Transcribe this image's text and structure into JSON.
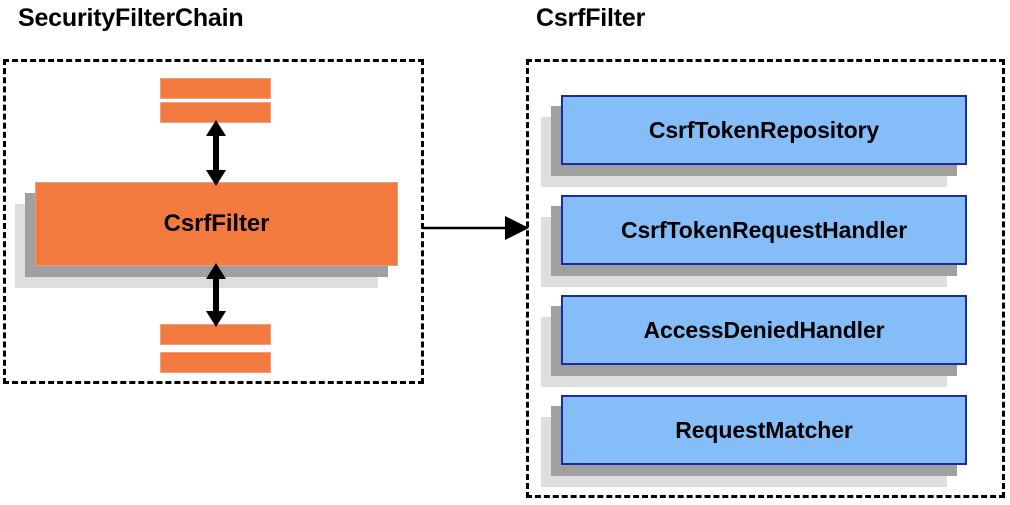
{
  "diagram": {
    "type": "component-relationship-diagram",
    "background_color": "#ffffff",
    "panels": [
      {
        "id": "security-filter-chain",
        "title": "SecurityFilterChain",
        "border_style": "dashed",
        "border_color": "#000000",
        "nodes": [
          {
            "id": "bar-top-1",
            "label": "",
            "shape": "bar",
            "color": "#F47B3F"
          },
          {
            "id": "bar-top-2",
            "label": "",
            "shape": "bar",
            "color": "#F47B3F"
          },
          {
            "id": "csrf-filter",
            "label": "CsrfFilter",
            "shape": "stacked-box",
            "color": "#F47B3F"
          },
          {
            "id": "bar-bottom-1",
            "label": "",
            "shape": "bar",
            "color": "#F47B3F"
          },
          {
            "id": "bar-bottom-2",
            "label": "",
            "shape": "bar",
            "color": "#F47B3F"
          }
        ]
      },
      {
        "id": "csrf-filter-detail",
        "title": "CsrfFilter",
        "border_style": "dashed",
        "border_color": "#000000",
        "nodes": [
          {
            "id": "csrf-token-repository",
            "label": "CsrfTokenRepository",
            "shape": "stacked-box",
            "color": "#84BDF7"
          },
          {
            "id": "csrf-token-request-handler",
            "label": "CsrfTokenRequestHandler",
            "shape": "stacked-box",
            "color": "#84BDF7"
          },
          {
            "id": "access-denied-handler",
            "label": "AccessDeniedHandler",
            "shape": "stacked-box",
            "color": "#84BDF7"
          },
          {
            "id": "request-matcher",
            "label": "RequestMatcher",
            "shape": "stacked-box",
            "color": "#84BDF7"
          }
        ]
      }
    ],
    "connectors": [
      {
        "id": "chain-up",
        "from": "csrf-filter",
        "to": "bar-top-2",
        "style": "double-arrow-vertical"
      },
      {
        "id": "chain-down",
        "from": "csrf-filter",
        "to": "bar-bottom-1",
        "style": "double-arrow-vertical"
      },
      {
        "id": "expand-link",
        "from": "security-filter-chain",
        "to": "csrf-filter-detail",
        "style": "single-arrow-right"
      }
    ],
    "colors": {
      "orange_fill": "#F47B3F",
      "orange_border": "#E8A07A",
      "blue_fill": "#84BDF7",
      "blue_border": "#1B2BA8",
      "shadow_near": "#A0A0A0",
      "shadow_far": "#DEDEDE",
      "stroke": "#000000"
    }
  }
}
